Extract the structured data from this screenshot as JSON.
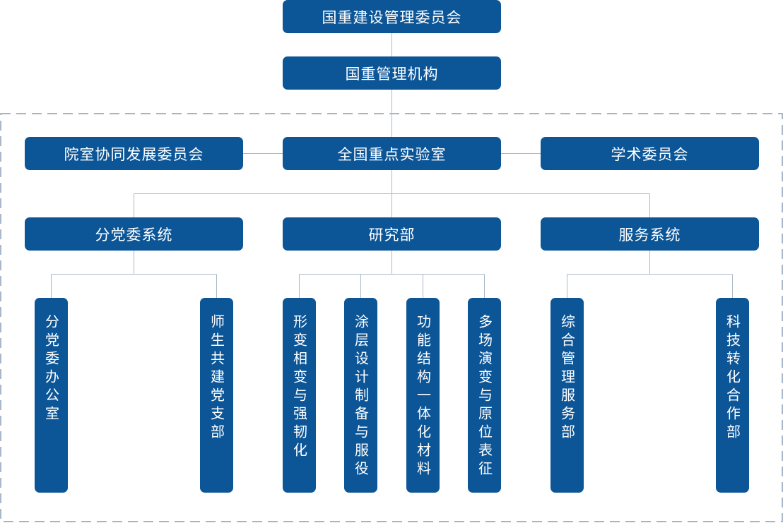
{
  "diagram": {
    "top": "国重建设管理委员会",
    "management": "国重管理机构",
    "left_committee": "院室协同发展委员会",
    "center": "全国重点实验室",
    "right_committee": "学术委员会",
    "divisions": [
      {
        "label": "分党委系统",
        "units": [
          "分党委办公室",
          "师生共建党支部"
        ]
      },
      {
        "label": "研究部",
        "units": [
          "形变相变与强韧化",
          "涂层设计制备与服役",
          "功能结构一体化材料",
          "多场演变与原位表征"
        ]
      },
      {
        "label": "服务系统",
        "units": [
          "综合管理服务部",
          "科技转化合作部"
        ]
      }
    ]
  },
  "colors": {
    "box_fill": "#0c5698",
    "box_text": "#ffffff",
    "connector": "#aab9c9",
    "dashed_border": "#6e89a3"
  }
}
